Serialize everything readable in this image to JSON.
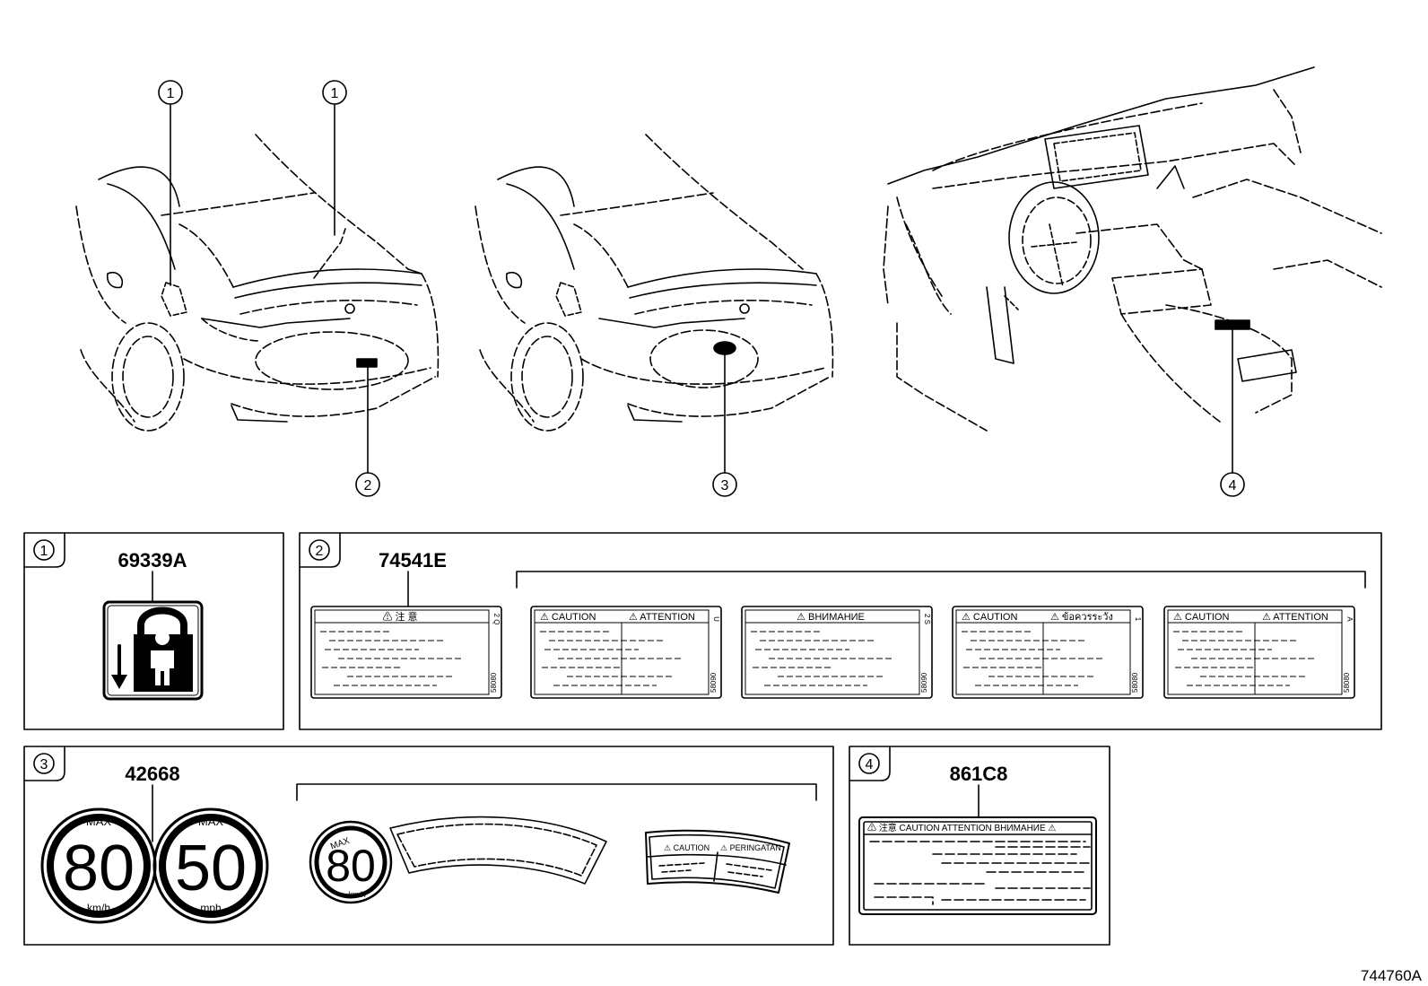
{
  "callouts": {
    "c1": "1",
    "c2": "2",
    "c3": "3",
    "c4": "4"
  },
  "panels": {
    "p1": {
      "callout": "1",
      "part_number": "69339A"
    },
    "p2": {
      "callout": "2",
      "part_number": "74541E",
      "labels": [
        {
          "headers": [
            "⚠  注  意"
          ],
          "code": "2 Q",
          "side": "58080"
        },
        {
          "headers": [
            "⚠ CAUTION",
            "⚠ ATTENTION"
          ],
          "code": "U",
          "side": "58090"
        },
        {
          "headers": [
            "⚠ ВНИМАНИЕ"
          ],
          "code": "2 S",
          "side": "58090"
        },
        {
          "headers": [
            "⚠ CAUTION",
            "⚠ ข้อควรระวัง"
          ],
          "code": "1",
          "side": "58080"
        },
        {
          "headers": [
            "⚠ CAUTION",
            "⚠ ATTENTION"
          ],
          "code": "A",
          "side": "58080"
        }
      ]
    },
    "p3": {
      "callout": "3",
      "part_number": "42668",
      "sign_kmh": {
        "max": "MAX",
        "value": "80",
        "unit": "km/h"
      },
      "sign_mph": {
        "max": "MAX",
        "value": "50",
        "unit": "mph"
      },
      "small_sign": {
        "max": "MAX",
        "value": "80",
        "unit": "km/h"
      },
      "arc_label_headers": [
        "⚠ CAUTION",
        "⚠ PERINGATAN"
      ]
    },
    "p4": {
      "callout": "4",
      "part_number": "861C8",
      "header": "⚠ 注意 CAUTION ATTENTION ВНИМАНИЕ ⚠"
    }
  },
  "document_number": "744760A"
}
